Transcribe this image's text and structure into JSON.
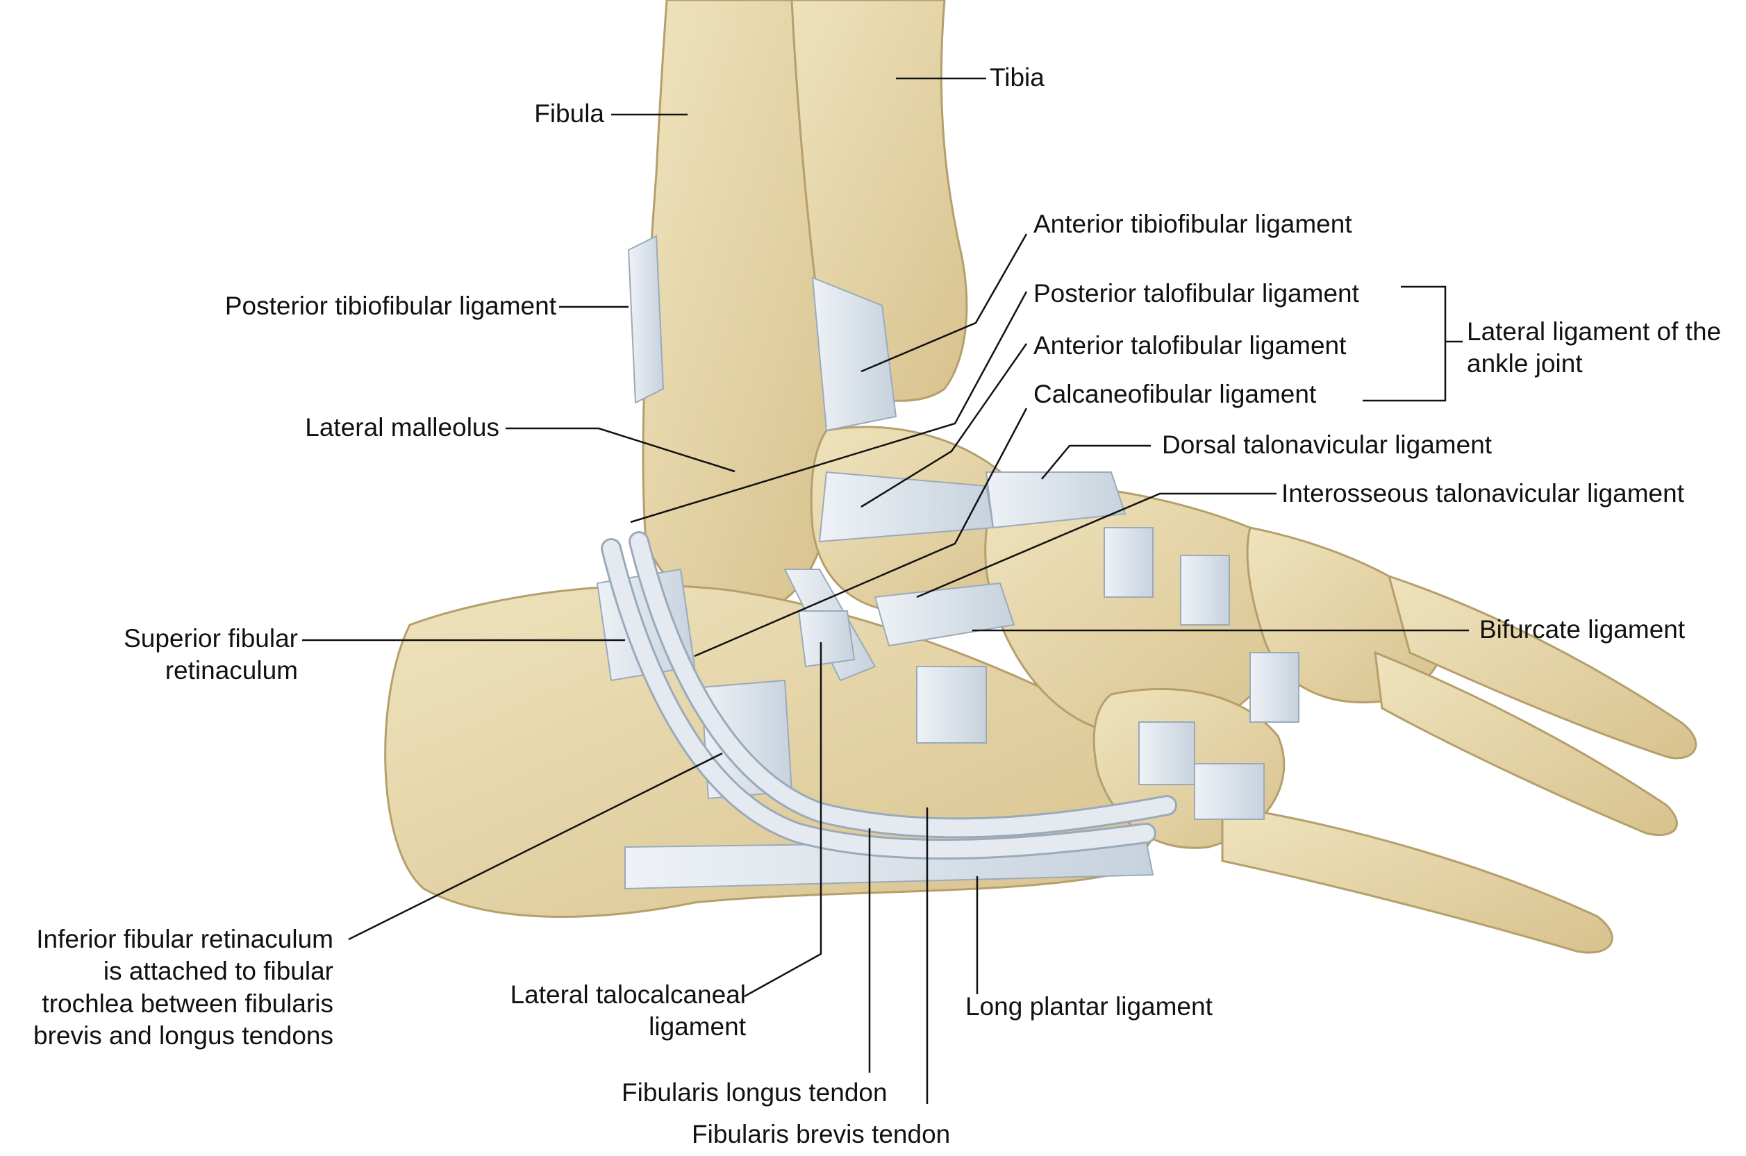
{
  "colors": {
    "bone": "#e8d9ad",
    "bone_shadow": "#cdb57f",
    "ligament": "#dfe6ee",
    "ligament_edge": "#9aaabb",
    "leader": "#111111"
  },
  "labels": {
    "fibula": "Fibula",
    "tibia": "Tibia",
    "anterior_tibiofibular": "Anterior tibiofibular ligament",
    "posterior_talofibular": "Posterior talofibular ligament",
    "anterior_talofibular": "Anterior talofibular ligament",
    "calcaneofibular": "Calcaneofibular ligament",
    "lateral_ligament_group": [
      "Lateral ligament of the",
      "ankle joint"
    ],
    "posterior_tibiofibular": "Posterior tibiofibular ligament",
    "lateral_malleolus": "Lateral malleolus",
    "dorsal_talonavicular": "Dorsal talonavicular ligament",
    "interosseous_talonavicular": "Interosseous talonavicular ligament",
    "superior_fibular_retinaculum": [
      "Superior fibular",
      "retinaculum"
    ],
    "bifurcate": "Bifurcate ligament",
    "inferior_fibular_retinaculum": [
      "Inferior fibular retinaculum",
      "is attached to fibular",
      "trochlea between fibularis",
      "brevis and longus tendons"
    ],
    "lateral_talocalcaneal": [
      "Lateral talocalcaneal",
      "ligament"
    ],
    "long_plantar": "Long plantar ligament",
    "fibularis_longus": "Fibularis longus tendon",
    "fibularis_brevis": "Fibularis brevis tendon"
  }
}
